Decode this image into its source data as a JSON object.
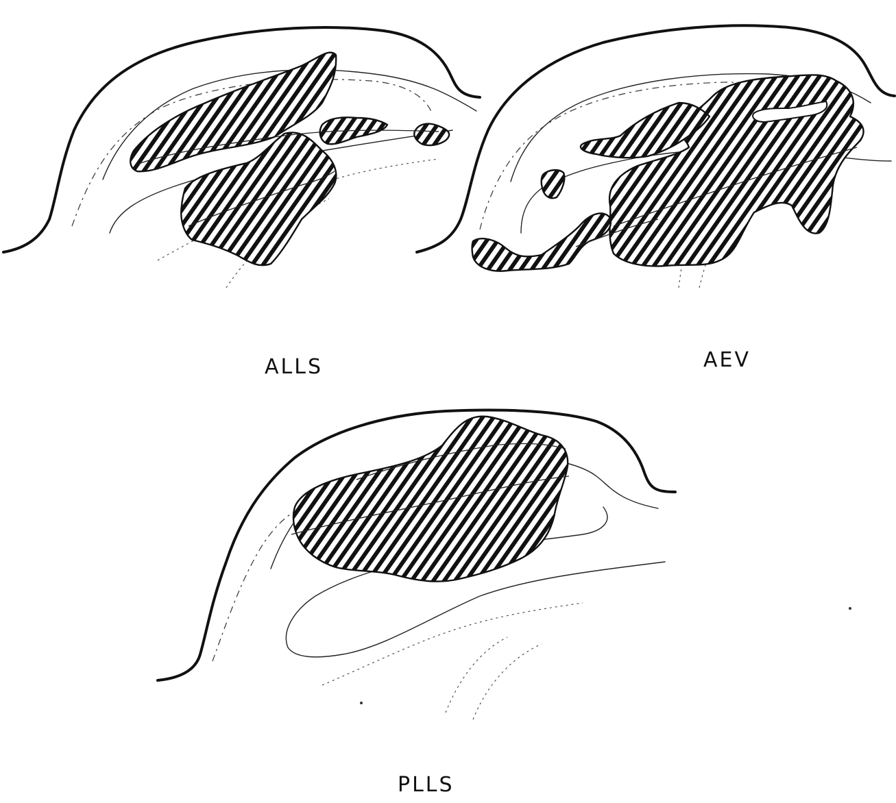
{
  "panels": [
    {
      "id": "allS",
      "label": "ALLS"
    },
    {
      "id": "aev",
      "label": "AEV"
    },
    {
      "id": "plls",
      "label": "PLLS"
    }
  ],
  "colors": {
    "ink": "#111111",
    "background": "#ffffff"
  }
}
